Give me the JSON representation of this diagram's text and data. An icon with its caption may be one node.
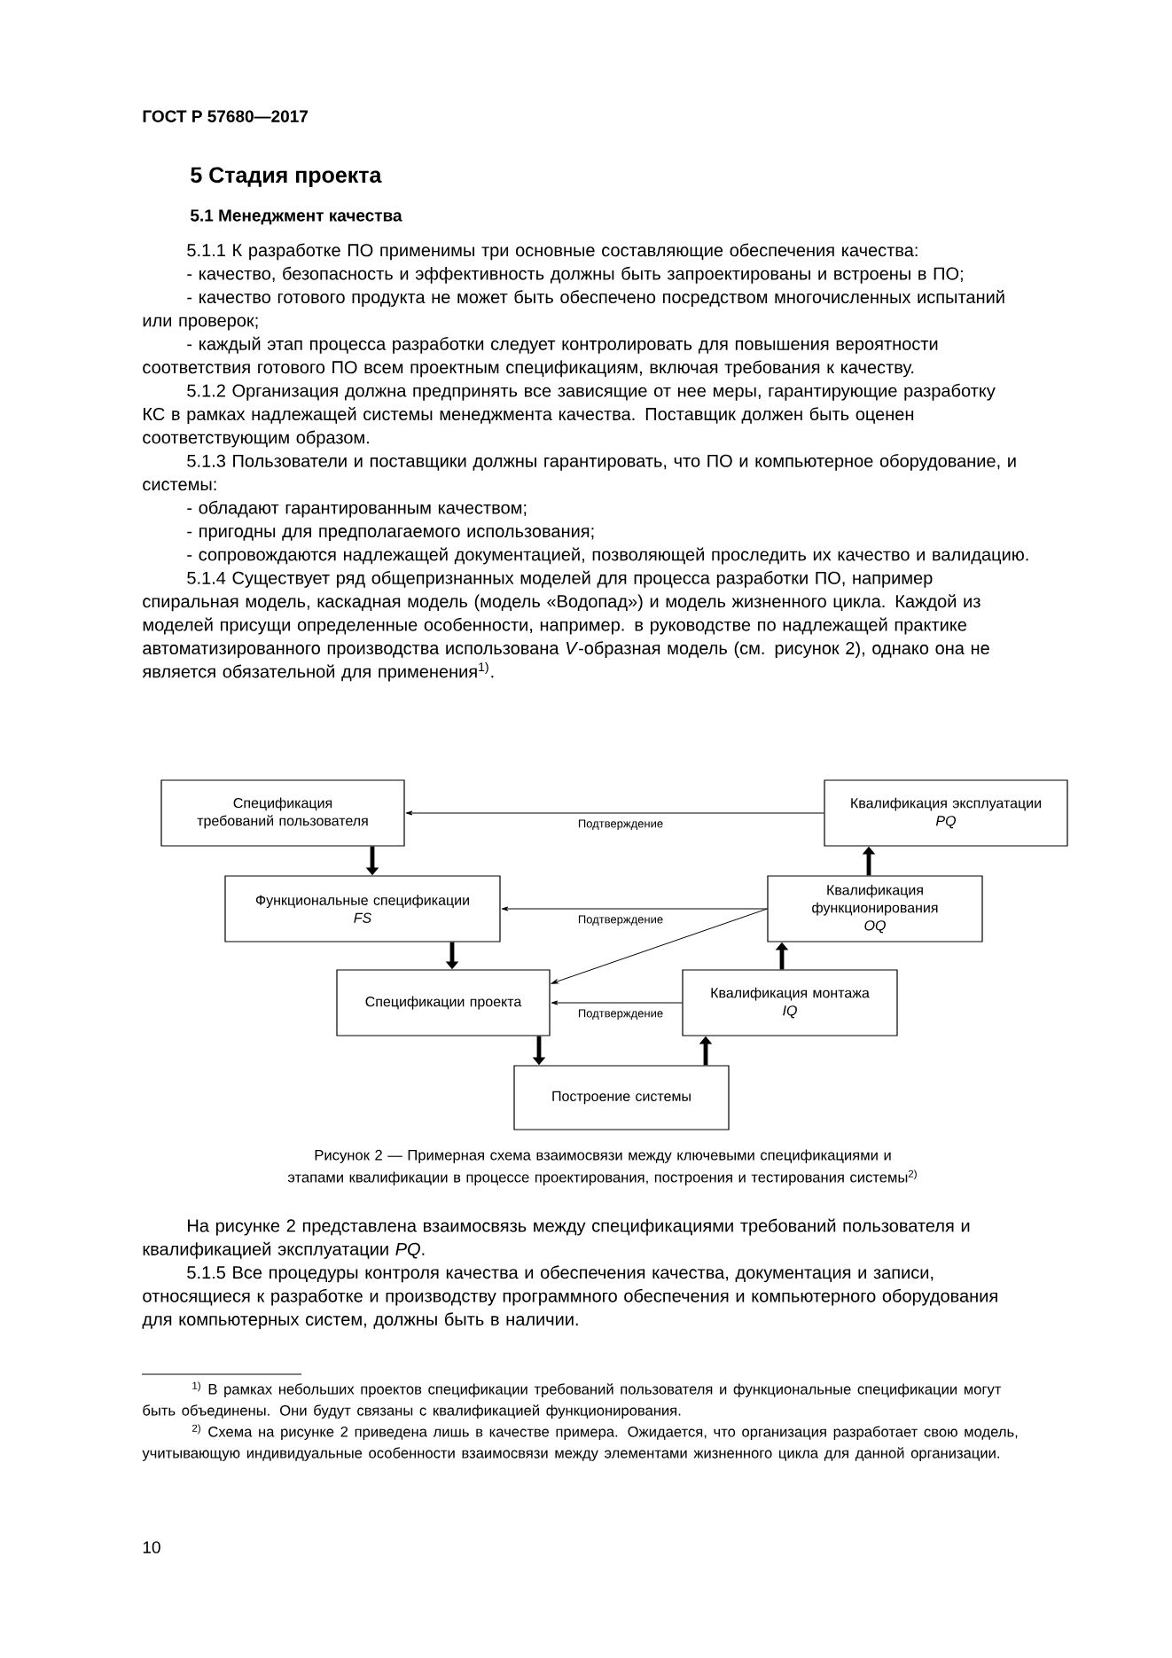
{
  "diagram": {
    "caption": "Рисунок 2 — Примерная схема взаимосвязи между ключевыми спецификациями и этапами квалификации в процессе проектирования, построения и тестирования системы$^{2)}$",
    "nodes": [
      {
        "text": [
          "Спецификация требований пользователя"
        ]
      },
      {
        "text": [
          "Квалификация эксплуатации",
          "PQ"
        ]
      },
      {
        "text": [
          "Функциональные спецификации",
          "FS"
        ]
      },
      {
        "text": [
          "Квалификация функционирования",
          "OQ"
        ]
      },
      {
        "text": [
          "Спецификации проекта"
        ]
      },
      {
        "text": [
          "Квалификация монтажа",
          "IQ"
        ]
      },
      {
        "text": [
          "Построение системы"
        ]
      }
    ],
    "edges": [
      {
        "from": 0,
        "to": 2,
        "arrow": "to"
      },
      {
        "from": 2,
        "to": 4,
        "arrow": "to"
      },
      {
        "from": 4,
        "to": 6,
        "arrow": "to"
      },
      {
        "from": 6,
        "to": 5,
        "arrow": "to"
      },
      {
        "from": 5,
        "to": 3,
        "arrow": "to"
      },
      {
        "from": 3,
        "to": 1,
        "arrow": "to"
      },
      {
        "from": 1,
        "to": 0,
        "arrow": "to",
        "label": "Подтверждение"
      },
      {
        "from": 3,
        "to": 2,
        "arrow": "to",
        "label": "Подтверждение"
      },
      {
        "from": 5,
        "to": 4,
        "arrow": "to",
        "label": "Подтверждение"
      },
      {
        "from": 3,
        "to": 4,
        "arrow": "to"
      }
    ],
    "labels": [
      "ГОСТ Р 57680—2017",
      "5 Стадия проекта",
      "5.1 Менеджмент качества",
      "5.1.1 К разработке ПО применимы три основные составляющие обеспечения качества:",
      "- качество, безопасность и эффективность должны быть запроектированы и встроены в ПО;",
      "- качество готового продукта не может быть обеспечено посредством многочисленных испытаний или проверок;",
      "- каждый этап процесса разработки следует контролировать для повышения вероятности соответствия готового ПО всем проектным спецификациям, включая требования к качеству.",
      "5.1.2 Организация должна предпринять все зависящие от нее меры, гарантирующие разработку КС в рамках надлежащей системы менеджмента качества. Поставщик должен быть оценен соответствующим образом.",
      "5.1.3 Пользователи и поставщики должны гарантировать, что ПО и компьютерное оборудование, и системы:",
      "- обладают гарантированным качеством;",
      "- пригодны для предполагаемого использования;",
      "- сопровождаются надлежащей документацией, позволяющей проследить их качество и валидацию.",
      "5.1.4 Существует ряд общепризнанных моделей для процесса разработки ПО, например спиральная модель, каскадная модель (модель «Водопад») и модель жизненного цикла. Каждой из моделей присущи определенные особенности, например. в руководстве по надлежащей практике автоматизированного производства использована *V*-образная модель (см. рисунок 2), однако она не является обязательной для применения$^{1)}$.",
      "На рисунке 2 представлена взаимосвязь между спецификациями требований пользователя и квалификацией эксплуатации *PQ*.",
      "5.1.5 Все процедуры контроля качества и обеспечения качества, документация и записи, относящиеся к разработке и производству программного обеспечения и компьютерного оборудования для компьютерных систем, должны быть в наличии.",
      "$^{1)}$ В рамках небольших проектов спецификации требований пользователя и функциональные спецификации могут быть объединены. Они будут связаны с квалификацией функционирования.",
      "$^{2)}$ Схема на рисунке 2 приведена лишь в качестве примера. Ожидается, что организация разработает свою модель, учитывающую индивидуальные особенности взаимосвязи между элементами жизненного цикла для данной организации.",
      "10"
    ]
  }
}
